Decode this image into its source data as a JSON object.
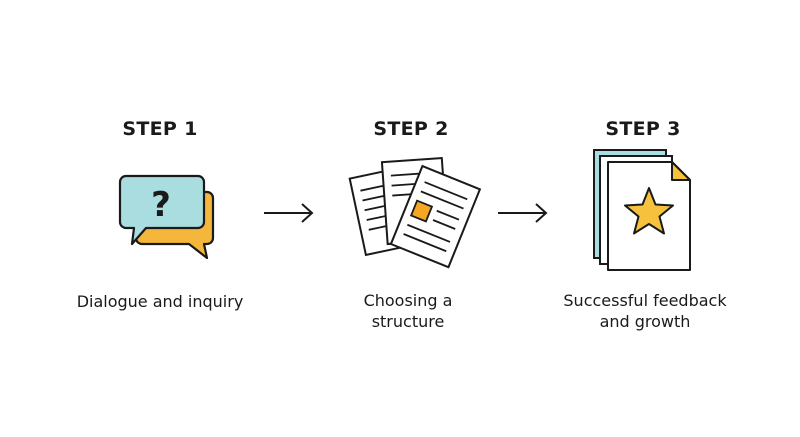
{
  "steps": [
    {
      "title": "STEP 1",
      "caption_lines": [
        "Dialogue and inquiry"
      ],
      "icon": "speech-bubbles-question-icon"
    },
    {
      "title": "STEP 2",
      "caption_lines": [
        "Choosing a",
        "structure"
      ],
      "icon": "document-stack-icon"
    },
    {
      "title": "STEP 3",
      "caption_lines": [
        "Successful feedback",
        "and growth"
      ],
      "icon": "star-document-icon"
    }
  ],
  "icon_glyphs": {
    "question_mark": "?"
  },
  "colors": {
    "bubble_front": "#a9dde0",
    "bubble_back": "#f5b73b",
    "accent_orange": "#f5a623",
    "star_yellow": "#f6c23e",
    "page_teal": "#a9dde0",
    "page_corner": "#f6c23e",
    "ink": "#1a1a1a"
  },
  "connectors": [
    {
      "from": "STEP 1",
      "to": "STEP 2",
      "icon": "arrow-right-icon"
    },
    {
      "from": "STEP 2",
      "to": "STEP 3",
      "icon": "arrow-right-icon"
    }
  ]
}
